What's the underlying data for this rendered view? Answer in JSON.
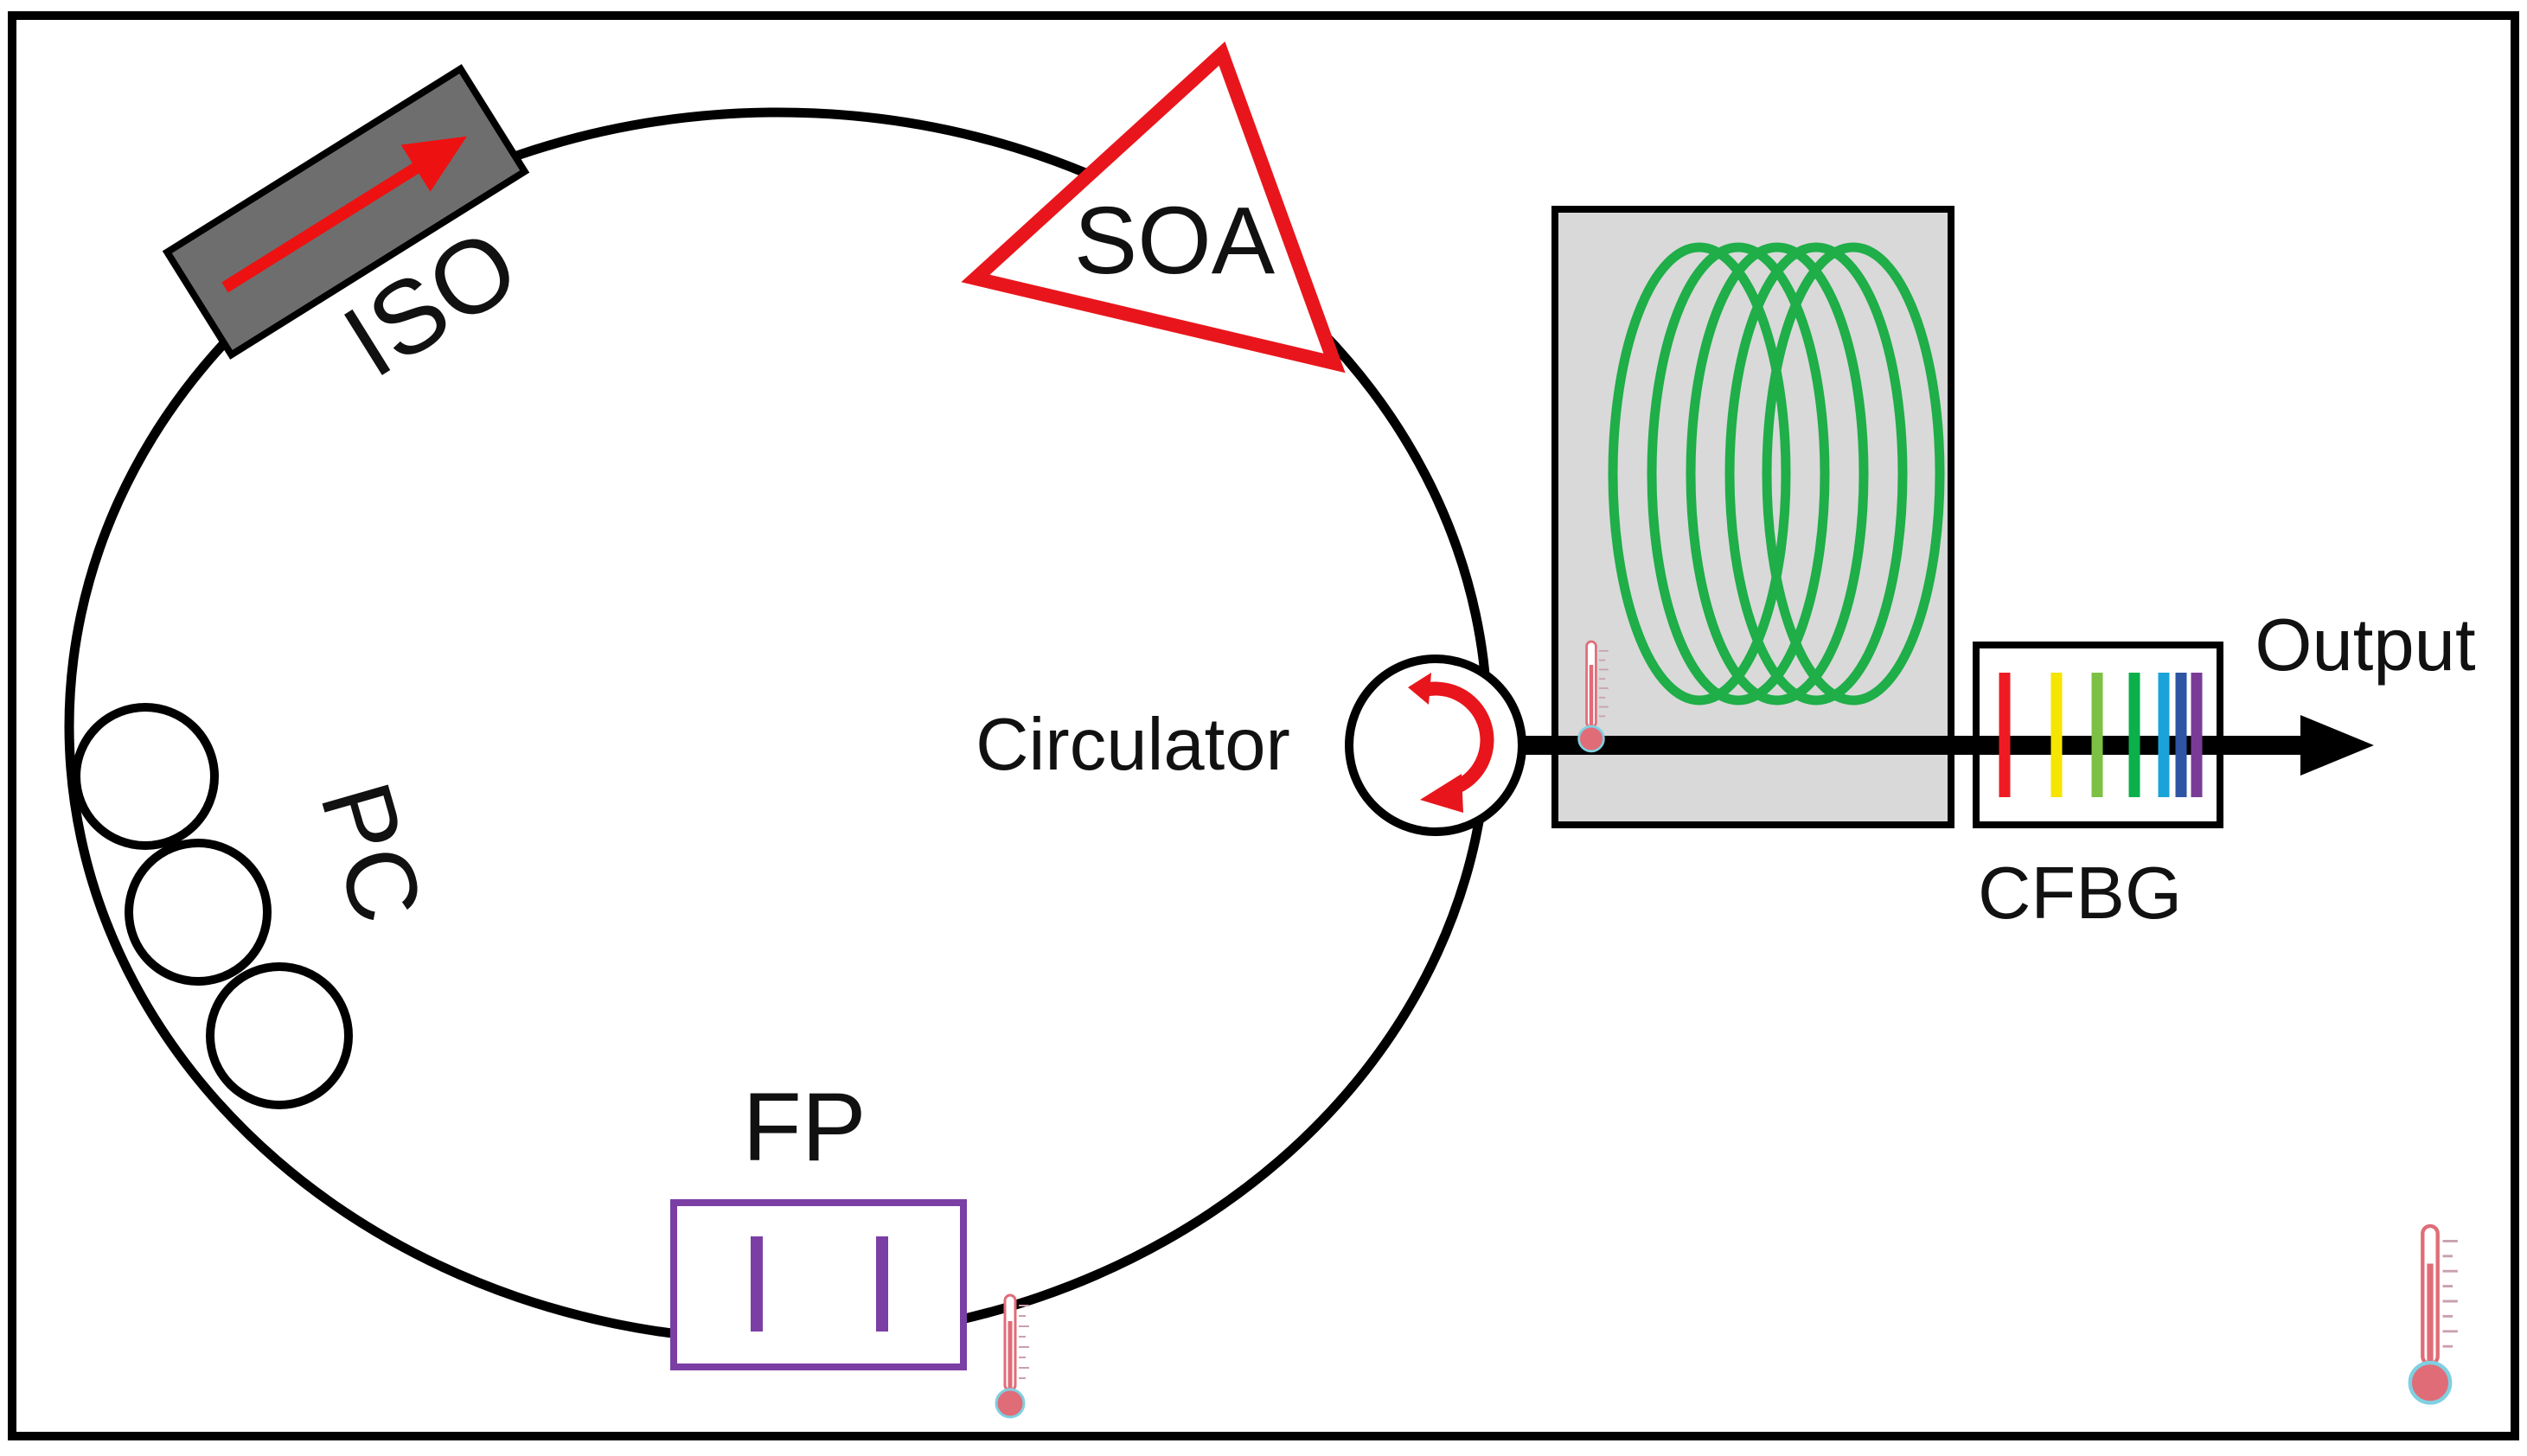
{
  "labels": {
    "iso": "ISO",
    "soa": "SOA",
    "pc": "PC",
    "fp": "FP",
    "circulator": "Circulator",
    "cfbg": "CFBG",
    "output": "Output"
  },
  "colors": {
    "fiber": "#000000",
    "soa": "#e8161c",
    "iso_body": "#6e6e6e",
    "iso_arrow": "#ee1111",
    "fp": "#7b3ea4",
    "spool": "#1fae48",
    "spool_box": "#d9d9d9",
    "circulator_arrow": "#e8161c",
    "thermometer": "#e06c78",
    "cfbg_lines": [
      "#ee1b24",
      "#f5e500",
      "#7cc144",
      "#0bb04b",
      "#1aa3d9",
      "#2e55a3",
      "#7a3b97"
    ]
  },
  "icons": {
    "isolator_arrow": "arrow-right-icon",
    "circulator": "circular-arrow-icon",
    "thermometer": "thermometer-icon",
    "output_arrow": "arrow-head-icon"
  }
}
